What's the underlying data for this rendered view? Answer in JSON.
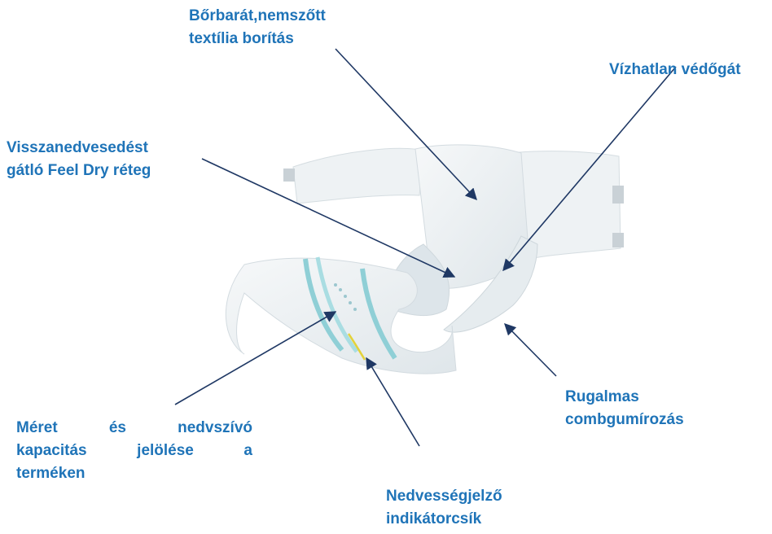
{
  "colors": {
    "label": "#1f74b8",
    "arrow": "#1f3864",
    "product": "#e9eff2",
    "accent": "#5fb8c4",
    "indicator": "#e3d23a"
  },
  "labels": {
    "cover": {
      "line1": "Bőrbarát,nemszőtt",
      "line2": "textília borítás"
    },
    "waterproof": {
      "line1": "Vízhatlan védőgát"
    },
    "feeldry": {
      "line1": "Visszanedvesedést",
      "line2": "gátló Feel Dry réteg"
    },
    "elastic": {
      "line1": "Rugalmas",
      "line2": "combgumírozás"
    },
    "size": {
      "line1": "Méret és nedvszívó",
      "line2": "kapacitás jelölése a",
      "line3": "terméken"
    },
    "indicator": {
      "line1": "Nedvességjelző",
      "line2": "indikátorcsík"
    }
  }
}
